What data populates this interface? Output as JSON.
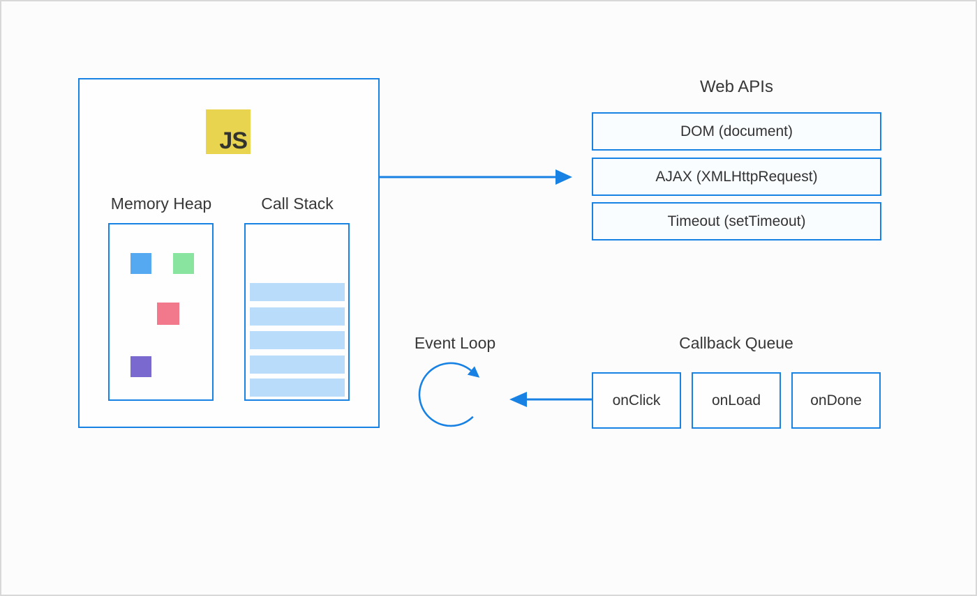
{
  "diagram": {
    "title_implicit": "JavaScript runtime / event loop diagram",
    "colors": {
      "accent_blue": "#1781e4",
      "canvas_background": "#fcfcfc",
      "canvas_border": "#d8d8d8",
      "text": "#383838",
      "stack_frame_blue": "#b8dcfa",
      "js_logo_yellow": "#e8d44f",
      "js_logo_text": "#33342e"
    },
    "runtime": {
      "logo": {
        "text": "JS"
      },
      "memory_heap": {
        "label": "Memory Heap",
        "squares": [
          {
            "name": "blue-square",
            "color": "#55a9f1"
          },
          {
            "name": "green-square",
            "color": "#88e49e"
          },
          {
            "name": "pink-square",
            "color": "#f1798b"
          },
          {
            "name": "purple-square",
            "color": "#7a6ad0"
          }
        ]
      },
      "call_stack": {
        "label": "Call Stack",
        "frame_count": 5,
        "frame_color": "#b8dcfa"
      }
    },
    "web_apis": {
      "title": "Web APIs",
      "items": [
        {
          "label": "DOM (document)"
        },
        {
          "label": "AJAX (XMLHttpRequest)"
        },
        {
          "label": "Timeout (setTimeout)"
        }
      ]
    },
    "event_loop": {
      "label": "Event Loop"
    },
    "callback_queue": {
      "title": "Callback Queue",
      "items": [
        {
          "label": "onClick"
        },
        {
          "label": "onLoad"
        },
        {
          "label": "onDone"
        }
      ]
    }
  }
}
